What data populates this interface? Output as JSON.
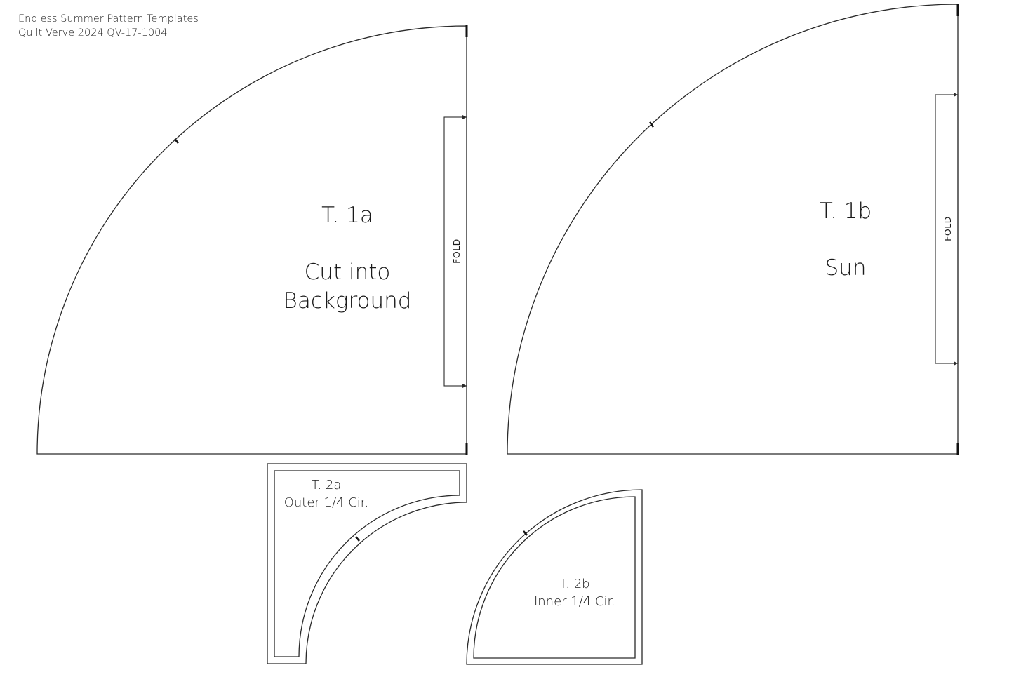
{
  "header": {
    "line1": "Endless Summer Pattern Templates",
    "line2": "Quilt Verve 2024 QV-17-1004"
  },
  "templates": {
    "t1a": {
      "name": "T. 1a",
      "line1": "Cut into",
      "line2": "Background",
      "fold": "FOLD"
    },
    "t1b": {
      "name": "T. 1b",
      "line1": "Sun",
      "fold": "FOLD"
    },
    "t2a": {
      "name": "T. 2a",
      "line1": "Outer 1/4 Cir."
    },
    "t2b": {
      "name": "T. 2b",
      "line1": "Inner 1/4 Cir."
    }
  },
  "colors": {
    "line": "#2a2a2a",
    "background": "#ffffff"
  }
}
